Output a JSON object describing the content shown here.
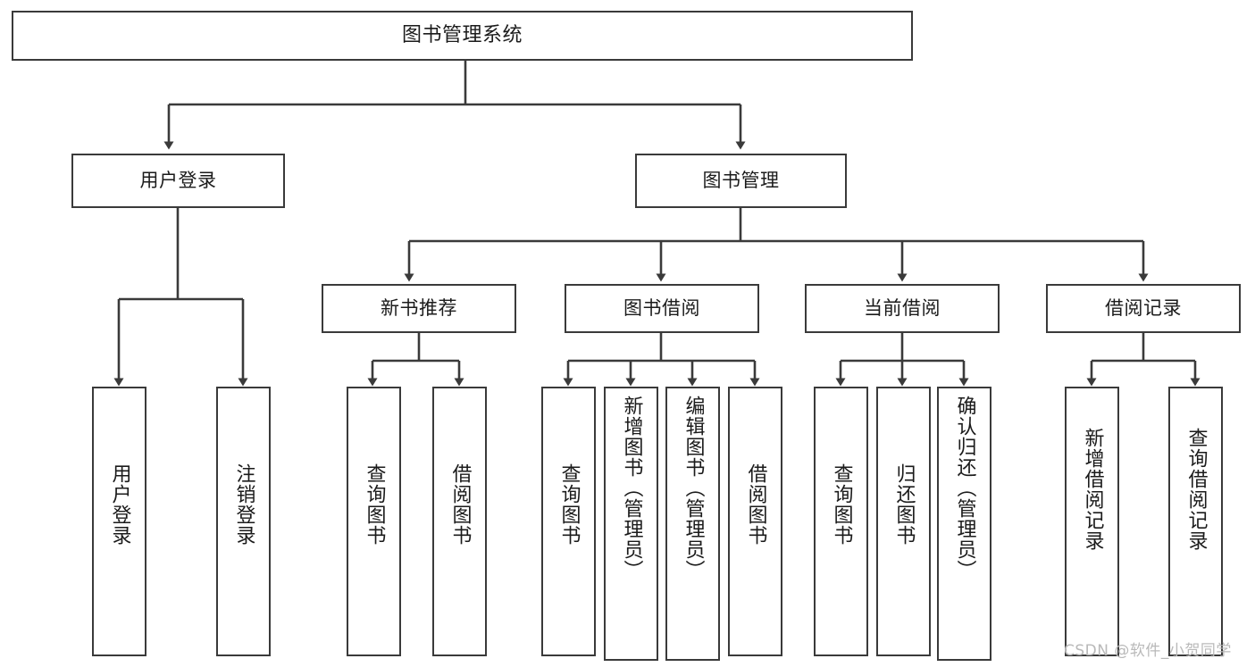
{
  "diagram": {
    "title": "图书管理系统",
    "type": "tree",
    "watermark": "CSDN @软件_小贺同学",
    "colors": {
      "stroke": "#3a3a3a",
      "fill": "#ffffff",
      "text": "#1b1b1b",
      "watermark": "#b9b9b9"
    },
    "nodes": {
      "root": {
        "label": "图书管理系统"
      },
      "level2": [
        {
          "id": "user-login",
          "label": "用户登录"
        },
        {
          "id": "book-manage",
          "label": "图书管理"
        }
      ],
      "level3": [
        {
          "id": "new-book-recommend",
          "label": "新书推荐"
        },
        {
          "id": "book-borrow",
          "label": "图书借阅"
        },
        {
          "id": "current-borrow",
          "label": "当前借阅"
        },
        {
          "id": "borrow-record",
          "label": "借阅记录"
        }
      ],
      "leaves": {
        "user-login": [
          {
            "id": "leaf-user-login",
            "label": "用户登录"
          },
          {
            "id": "leaf-logout-login",
            "label": "注销登录"
          }
        ],
        "new-book-recommend": [
          {
            "id": "leaf-query-book-1",
            "label": "查询图书"
          },
          {
            "id": "leaf-borrow-book-1",
            "label": "借阅图书"
          }
        ],
        "book-borrow": [
          {
            "id": "leaf-query-book-2",
            "label": "查询图书"
          },
          {
            "id": "leaf-add-book",
            "label": "新增图书（管理员）"
          },
          {
            "id": "leaf-edit-book",
            "label": "编辑图书（管理员）"
          },
          {
            "id": "leaf-borrow-book-2",
            "label": "借阅图书"
          }
        ],
        "current-borrow": [
          {
            "id": "leaf-query-book-3",
            "label": "查询图书"
          },
          {
            "id": "leaf-return-book",
            "label": "归还图书"
          },
          {
            "id": "leaf-confirm-return",
            "label": "确认归还（管理员）"
          }
        ],
        "borrow-record": [
          {
            "id": "leaf-add-record",
            "label": "新增借阅记录"
          },
          {
            "id": "leaf-query-record",
            "label": "查询借阅记录"
          }
        ]
      }
    }
  }
}
